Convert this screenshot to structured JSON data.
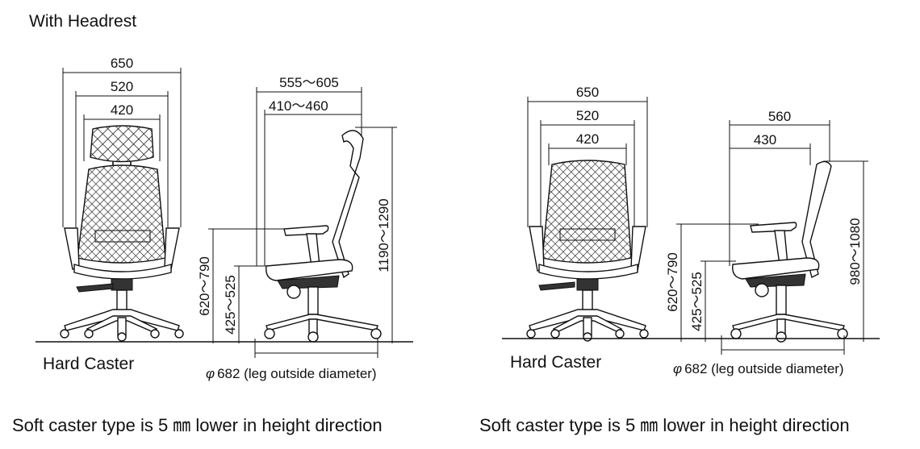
{
  "left": {
    "title": "With Headrest",
    "front": {
      "overall_width": "650",
      "arm_width": "520",
      "back_width": "420"
    },
    "side": {
      "depth": "555～605",
      "seat_depth": "410～460",
      "total_height": "1190～1290",
      "arm_height": "620～790",
      "seat_height": "425～525"
    },
    "caster_label": "Hard Caster",
    "leg_diameter_symbol": "φ",
    "leg_diameter": "682 (leg outside diameter)",
    "note": "Soft caster type is 5 ㎜ lower in height direction"
  },
  "right": {
    "front": {
      "overall_width": "650",
      "arm_width": "520",
      "back_width": "420"
    },
    "side": {
      "depth": "560",
      "seat_depth": "430",
      "total_height": "980～1080",
      "arm_height": "620～790",
      "seat_height": "425～525"
    },
    "caster_label": "Hard Caster",
    "leg_diameter_symbol": "φ",
    "leg_diameter": "682 (leg outside diameter)",
    "note": "Soft caster type is 5 ㎜ lower in height direction"
  },
  "colors": {
    "line": "#111111",
    "background": "#ffffff"
  }
}
